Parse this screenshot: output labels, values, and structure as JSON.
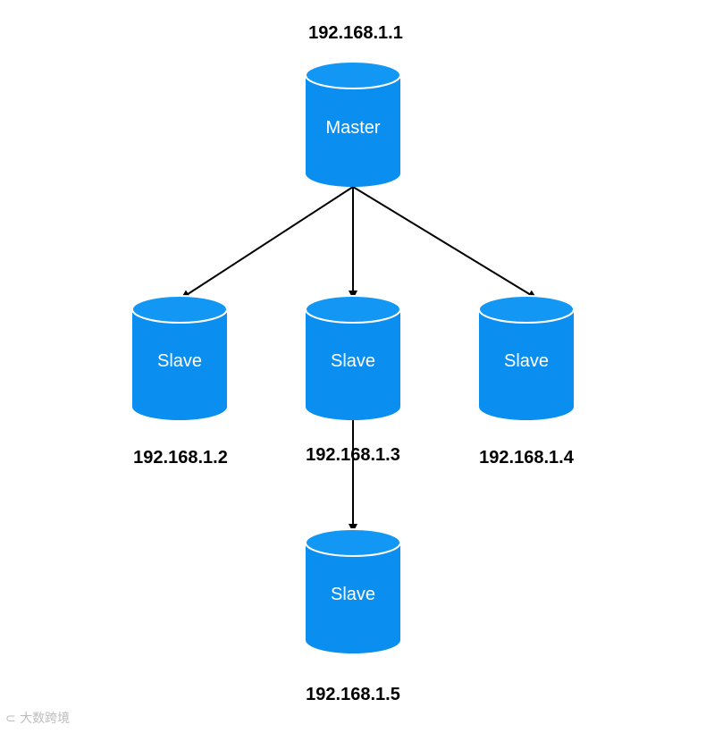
{
  "colors": {
    "db_fill": "#0a8ef0",
    "db_top": "#1298f4",
    "db_rim": "#ffffff",
    "arrow": "#000000",
    "label": "#ffffff"
  },
  "nodes": {
    "master": {
      "label": "Master",
      "ip": "192.168.1.1"
    },
    "slave_1": {
      "label": "Slave",
      "ip": "192.168.1.2"
    },
    "slave_2": {
      "label": "Slave",
      "ip": "192.168.1.3"
    },
    "slave_3": {
      "label": "Slave",
      "ip": "192.168.1.4"
    },
    "slave_4": {
      "label": "Slave",
      "ip": "192.168.1.5"
    }
  },
  "edges": [
    {
      "from": "master",
      "to": "slave_1"
    },
    {
      "from": "master",
      "to": "slave_2"
    },
    {
      "from": "master",
      "to": "slave_3"
    },
    {
      "from": "slave_2",
      "to": "slave_4"
    }
  ],
  "watermark": {
    "text": "大数跨境",
    "icon": "logo-icon"
  }
}
